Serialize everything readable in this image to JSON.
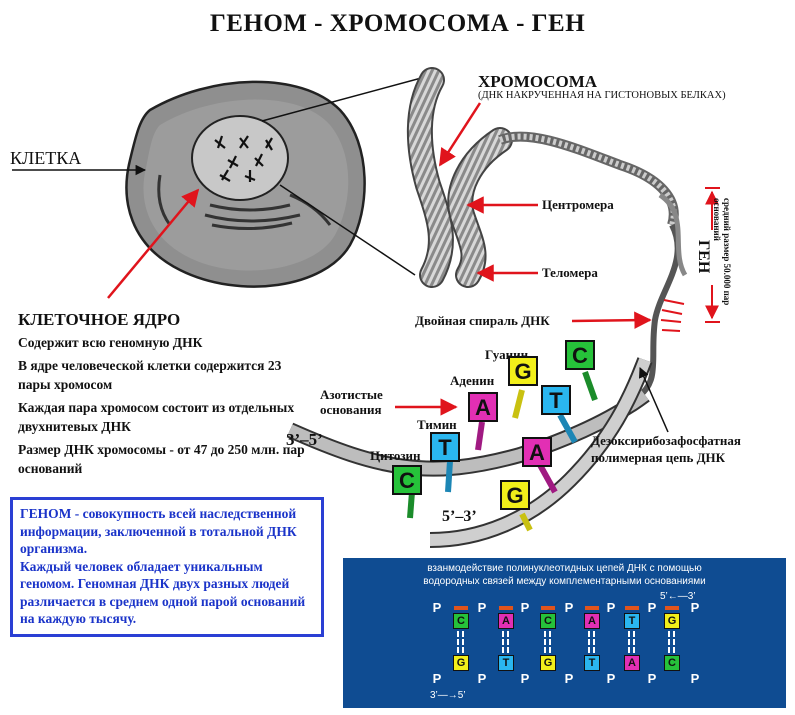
{
  "title": "ГЕНОМ - ХРОМОСОМА - ГЕН",
  "labels": {
    "cell": "КЛЕТКА",
    "chromosome": "ХРОМОСОМА",
    "chromosome_sub": "(ДНК НАКРУЧЕННАЯ НА ГИСТОНОВЫХ БЕЛКАХ)",
    "centromere": "Центромера",
    "telomere": "Теломера",
    "double_helix": "Двойная спираль ДНК",
    "gene": "ГЕН",
    "gene_size": "средний размер 50.000 пар оснований",
    "nitrogen_bases_1": "Азотистые",
    "nitrogen_bases_2": "основания",
    "backbone_1": "Дезоксирибозафосфатная",
    "backbone_2": "полимерная цепь ДНК",
    "guanine": "Гуанин",
    "adenine": "Аденин",
    "thymine": "Тимин",
    "cytosine": "Цитозин",
    "dir_left": "3’–5’",
    "dir_bottom": "5’–3’"
  },
  "nucleus_info": {
    "heading": "КЛЕТОЧНОЕ ЯДРО",
    "lines": [
      "Содержит всю геномную ДНК",
      "В ядре человеческой клетки содержится 23 пары хромосом",
      "Каждая пара хромосом состоит из отдельных двухнитевых ДНК",
      "Размер ДНК хромосомы - от 47 до 250 млн. пар оснований"
    ]
  },
  "genome_box": {
    "text_1": "ГЕНОМ - совокупность всей наследственной информации, заключенной в тотальной ДНК организма.",
    "text_2": "Каждый человек обладает уникальным геномом. Геномная ДНК двух разных людей различается в среднем одной парой оснований на каждую тысячу."
  },
  "helix_bases": {
    "top": [
      "G",
      "A",
      "T",
      "C",
      "T",
      "C"
    ],
    "bottom": [
      "C",
      "T",
      "A",
      "G"
    ]
  },
  "panel": {
    "caption_1": "взанмодействие полинуклеотидных цепей ДНК с помощью",
    "caption_2": "водородных связей между комплементарными основаниями",
    "top_dir": "5’←—3’",
    "bottom_dir": "3’—→5’",
    "phosphate": "P",
    "top_bases": [
      "C",
      "A",
      "C",
      "A",
      "T",
      "G"
    ],
    "bottom_bases": [
      "G",
      "T",
      "G",
      "T",
      "A",
      "C"
    ]
  },
  "colors": {
    "G": "#f2ef1a",
    "A": "#e22fb4",
    "T": "#2ab6ef",
    "C": "#26c23a",
    "panel_bg": "#0f4c92",
    "box_border": "#2a3fd4",
    "arrow": "#e0141c"
  }
}
